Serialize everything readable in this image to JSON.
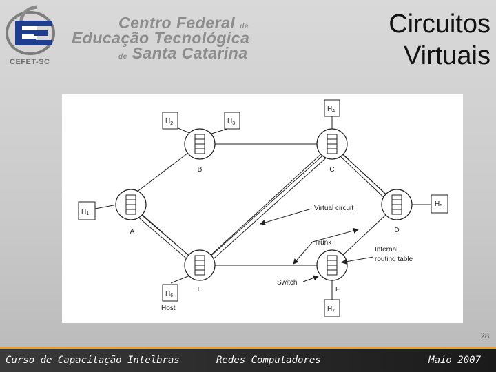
{
  "header": {
    "logo": {
      "abbr": "CEFET-SC",
      "line1": "Centro Federal",
      "line1_suffix": "de",
      "line2": "Educação Tecnológica",
      "line3_prefix": "de",
      "line3": "Santa Catarina"
    },
    "title_line1": "Circuitos",
    "title_line2": "Virtuais"
  },
  "diagram": {
    "nodes": [
      {
        "id": "A",
        "label": "A"
      },
      {
        "id": "B",
        "label": "B"
      },
      {
        "id": "C",
        "label": "C"
      },
      {
        "id": "D",
        "label": "D"
      },
      {
        "id": "E",
        "label": "E"
      },
      {
        "id": "F",
        "label": "F"
      }
    ],
    "hosts": [
      {
        "id": "H1",
        "base": "H",
        "sub": "1"
      },
      {
        "id": "H2",
        "base": "H",
        "sub": "2"
      },
      {
        "id": "H3",
        "base": "H",
        "sub": "3"
      },
      {
        "id": "H4",
        "base": "H",
        "sub": "4"
      },
      {
        "id": "H5",
        "base": "H",
        "sub": "5"
      },
      {
        "id": "H6",
        "base": "H",
        "sub": "6"
      },
      {
        "id": "H7",
        "base": "H",
        "sub": "7"
      }
    ],
    "annotations": {
      "virtual_circuit": "Virtual circuit",
      "trunk": "Trunk",
      "internal_line1": "Internal",
      "internal_line2": "routing table",
      "switch": "Switch",
      "host": "Host"
    }
  },
  "page_number": "28",
  "footer": {
    "left": "Curso de Capacitação Intelbras",
    "center": "Redes Computadores",
    "right": "Maio 2007"
  }
}
